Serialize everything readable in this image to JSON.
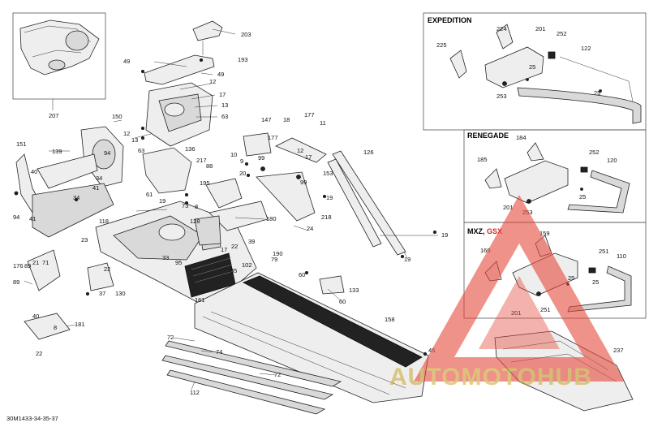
{
  "diagram_code": "30M1433-34-35-37",
  "insets": {
    "expedition": {
      "title": "EXPEDITION",
      "labels": [
        "224",
        "201",
        "252",
        "225",
        "25",
        "122",
        "253",
        "25"
      ]
    },
    "renegade": {
      "title": "RENEGADE",
      "labels": [
        "184",
        "185",
        "252",
        "120",
        "201",
        "253",
        "25"
      ]
    },
    "mxz": {
      "title_a": "MXZ, ",
      "title_b": "GSX",
      "labels": [
        "159",
        "160",
        "251",
        "110",
        "201",
        "251",
        "25",
        "25"
      ]
    }
  },
  "main_labels": {
    "l203": "203",
    "l193": "193",
    "l49a": "49",
    "l49b": "49",
    "l12a": "12",
    "l17a": "17",
    "l13a": "13",
    "l63a": "63",
    "l150": "150",
    "l94a": "94",
    "l12b": "12",
    "l13b": "13",
    "l63b": "63",
    "l136": "136",
    "l207": "207",
    "l151": "151",
    "l139": "139",
    "l40a": "40",
    "l34a": "34",
    "l34b": "34",
    "l41a": "41",
    "l94b": "94",
    "l41b": "41",
    "l23": "23",
    "l147": "147",
    "l10": "10",
    "l9": "9",
    "l99a": "99",
    "l20": "20",
    "l18": "18",
    "l177a": "177",
    "l11": "11",
    "l177b": "177",
    "l12c": "12",
    "l17b": "17",
    "l153": "153",
    "l126": "126",
    "l99b": "99",
    "l19a": "19",
    "l218": "218",
    "l24": "24",
    "l19b": "19",
    "l19c": "19",
    "l217": "217",
    "l88": "88",
    "l195": "195",
    "l61": "61",
    "l19d": "19",
    "l8": "8",
    "l73": "73",
    "l118": "118",
    "l128": "128",
    "l180": "180",
    "l33": "33",
    "l39": "39",
    "l22a": "22",
    "l17c": "17",
    "l190": "190",
    "l79": "79",
    "l102": "102",
    "l35": "35",
    "l95": "95",
    "l161": "161",
    "l60a": "60",
    "l133": "133",
    "l60b": "60",
    "l158": "158",
    "l22b": "22",
    "l37": "37",
    "l130": "130",
    "l176": "176",
    "l89a": "89",
    "l21": "21",
    "l71": "71",
    "l89b": "89",
    "l40b": "40",
    "l8b": "8",
    "l181": "181",
    "l22c": "22",
    "l72a": "72",
    "l74": "74",
    "l72b": "72",
    "l112": "112",
    "l237": "237",
    "l45": "45"
  },
  "watermark": {
    "text": "AUTOMOTOHUB",
    "color": "#e64a3c",
    "accent": "#c9a227"
  }
}
